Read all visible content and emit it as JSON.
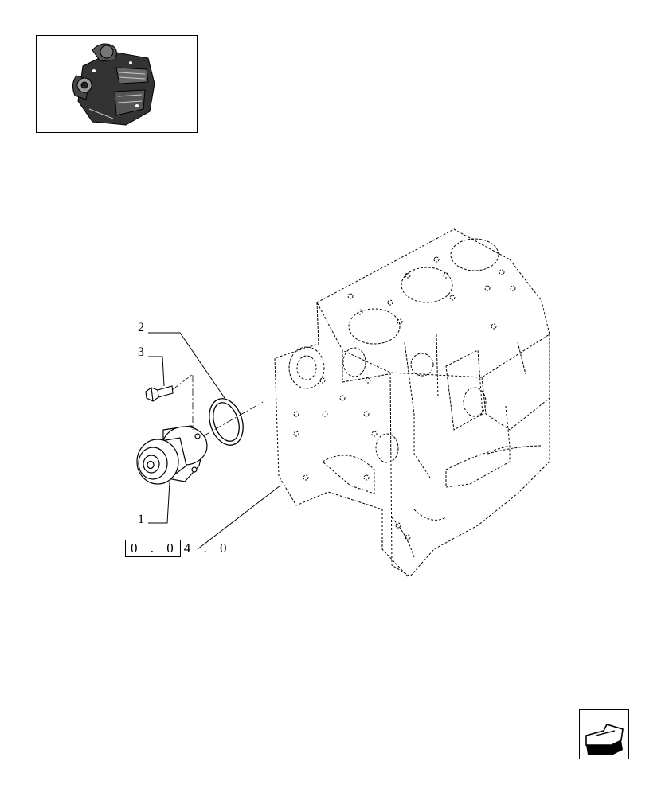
{
  "callouts": {
    "c1": "1",
    "c2": "2",
    "c3": "3"
  },
  "reference": {
    "boxed": "0 . 0",
    "rest": "4 . 0"
  },
  "icons": {
    "thumbnail": "engine-thumbnail-icon",
    "nav": "back-arrow-icon"
  },
  "colors": {
    "line": "#000000",
    "background": "#ffffff"
  }
}
